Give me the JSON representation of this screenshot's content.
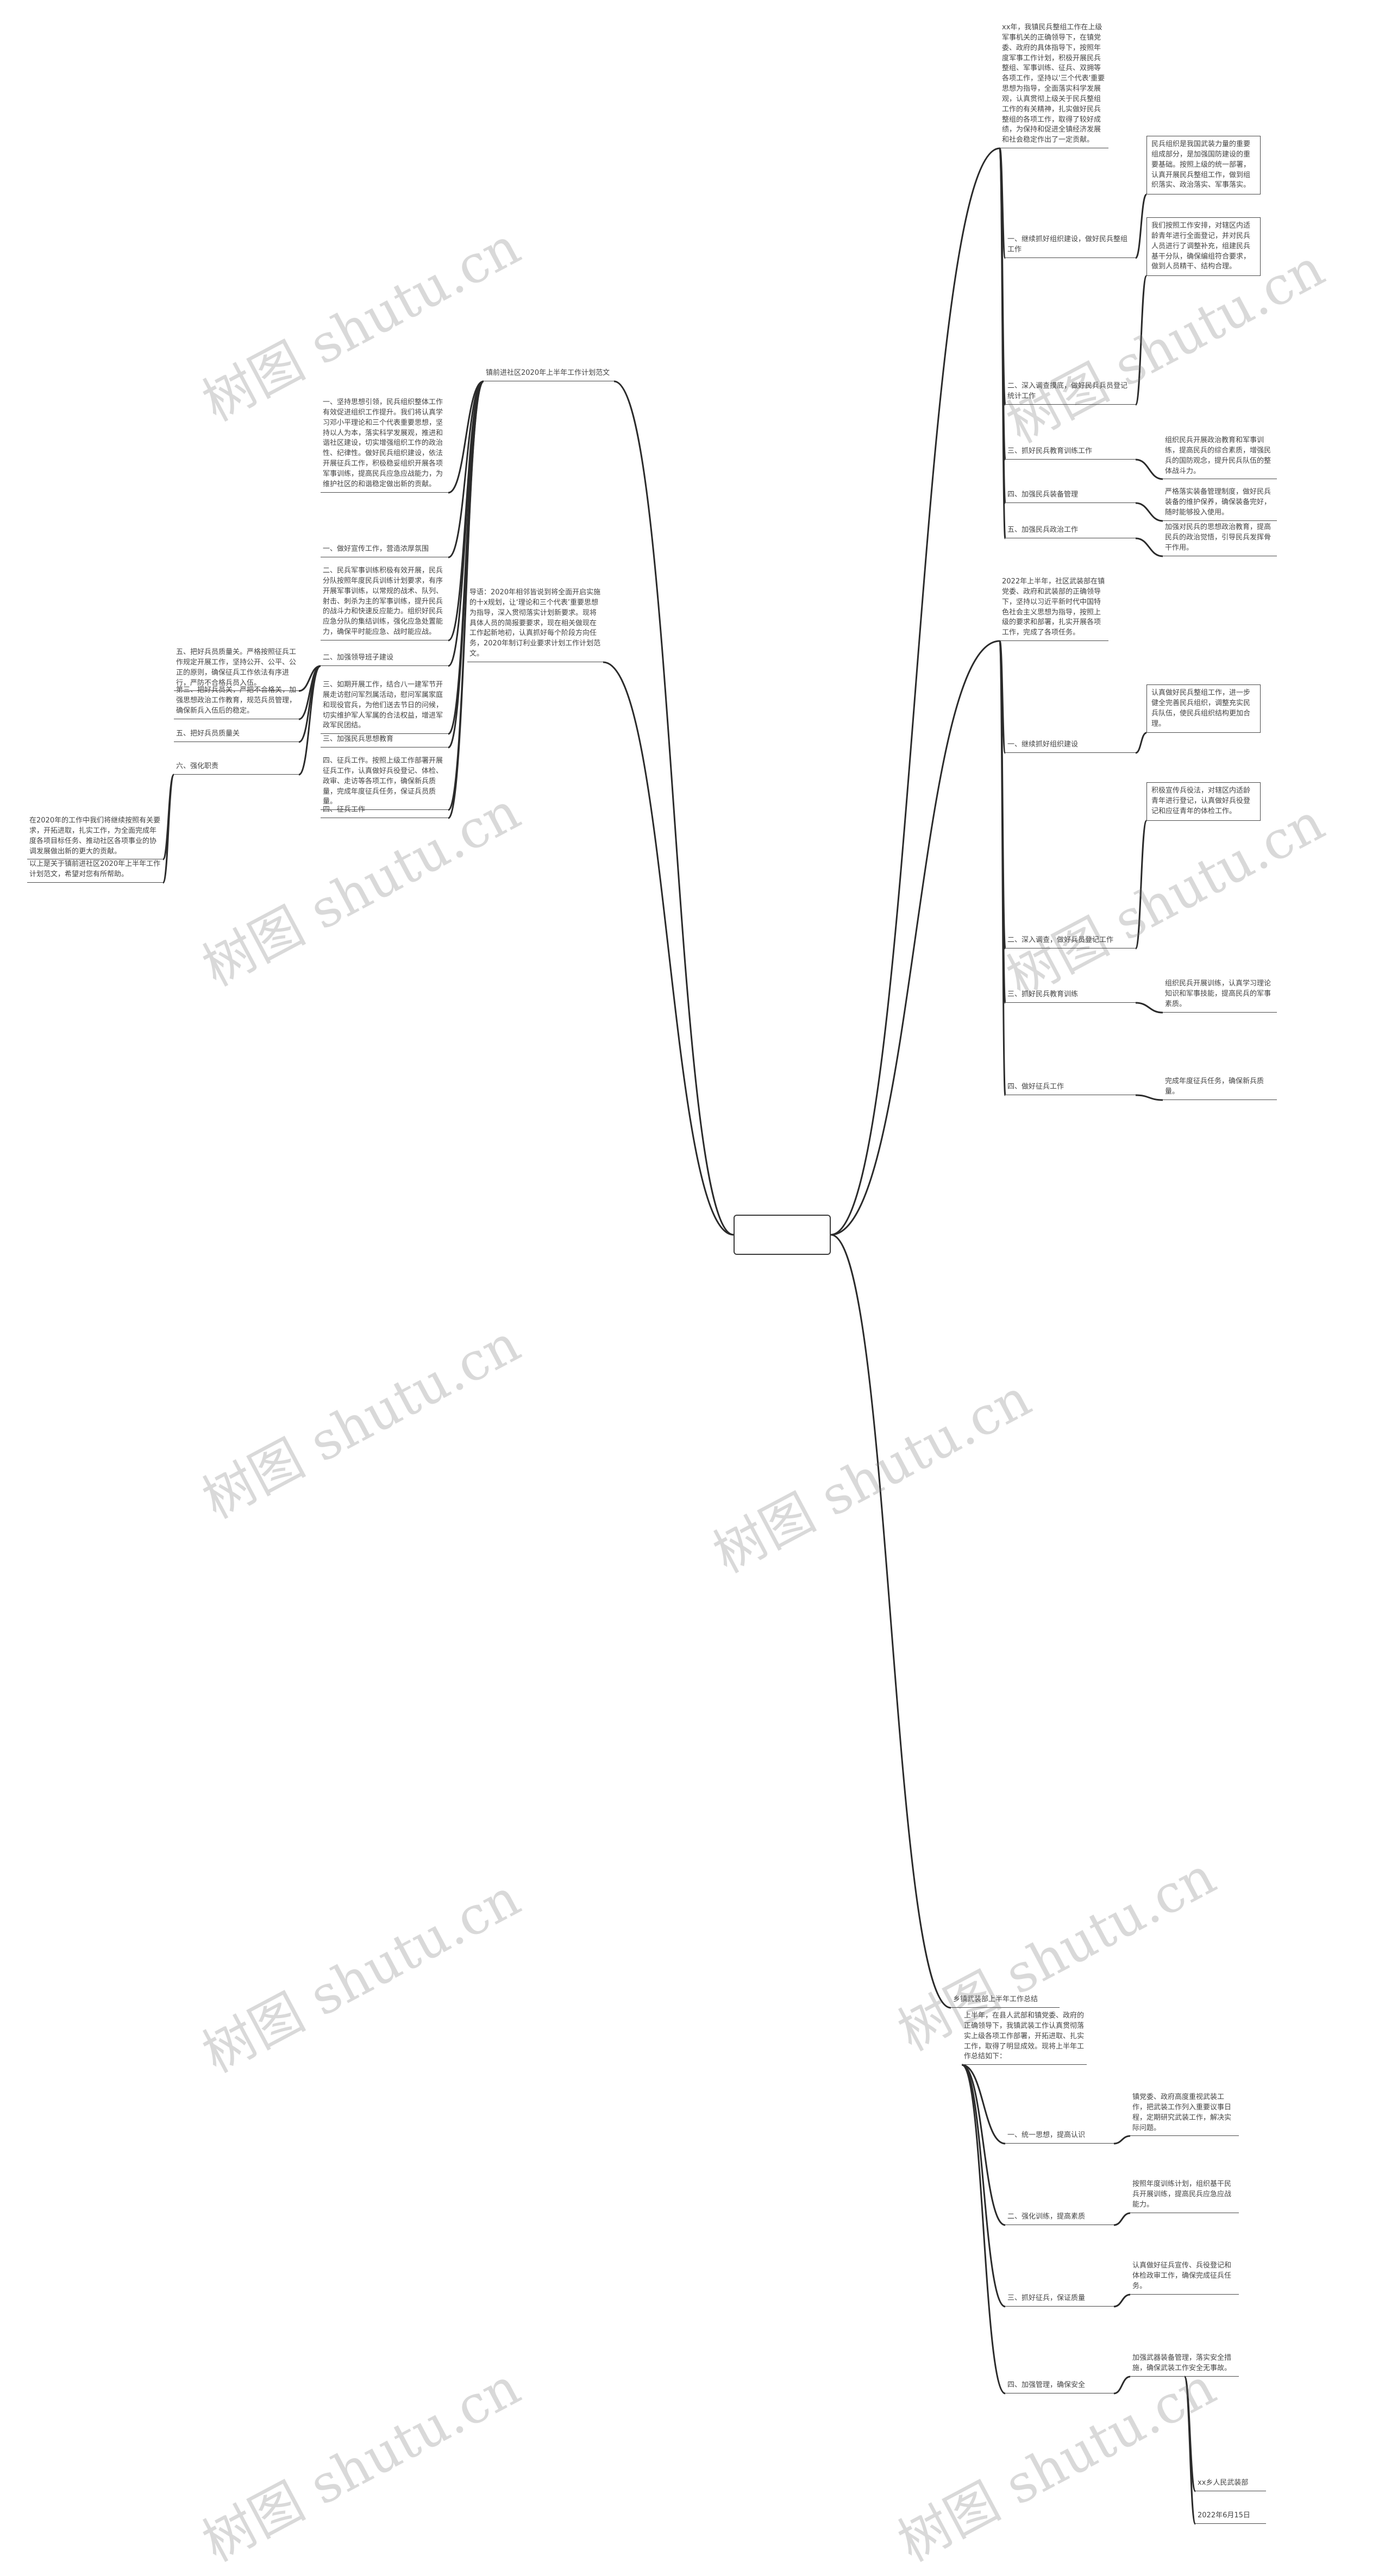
{
  "watermark": "树图 shutu.cn",
  "center": {
    "title": ""
  },
  "left": {
    "title": "镇前进社区2020年上半年工作计划范文",
    "intro": "导语：2020年相邻皆说到将全面开启实施的十x规划，让‘理论和三个代表’重要思想为指导，深入贯彻落实计划新要求。现将具体人员的简报要要求，现在相关做现在工作起新地初，认真抓好每个阶段方向任务，2020年制订利业要求计划工作计划范文。",
    "b1": {
      "label": "一、做好宣传工作，营造浓厚氛围",
      "text": "一、坚持思想引领，民兵组织整体工作有效促进组织工作提升。我们将认真学习邓小平理论和三个代表重要思想，坚持以人为本，落实科学发展观，推进和谐社区建设，切实增强组织工作的政治性、纪律性。做好民兵组织建设，依法开展征兵工作，积极稳妥组织开展各项军事训练，提高民兵应急应战能力，为维护社区的和谐稳定做出新的贡献。"
    },
    "b2": {
      "label": "二、加强领导班子建设",
      "text": "二、民兵军事训练积极有效开展，民兵分队按照年度民兵训练计划要求，有序开展军事训练，以常规的战术、队列、射击、刺杀为主的军事训练，提升民兵的战斗力和快速反应能力。组织好民兵应急分队的集结训练，强化应急处置能力，确保平时能应急、战时能应战。"
    },
    "b3": {
      "label": "三、加强民兵思想教育",
      "text": "三、如期开展工作，结合八一建军节开展走访慰问军烈属活动，慰问军属家庭和现役官兵，为他们送去节日的问候，切实维护军人军属的合法权益，增进军政军民团结。"
    },
    "b4": {
      "label": "四、征兵工作",
      "text": "四、征兵工作。按照上级工作部署开展征兵工作，认真做好兵役登记、体检、政审、走访等各项工作，确保新兵质量，完成年度征兵任务，保证兵员质量。"
    },
    "b5": {
      "label": "五、把好兵员质量关",
      "text": "五、把好兵员质量关。严格按照征兵工作规定开展工作，坚持公开、公平、公正的原则，确保征兵工作依法有序进行，严防不合格兵员入伍。"
    },
    "b6": {
      "label": "六、强化职责",
      "text": "第三、把好兵员关，严把不合格关，加强思想政治工作教育，规范兵员管理，确保新兵入伍后的稳定。"
    },
    "conclusion": "在2020年的工作中我们将继续按照有关要求，开拓进取，扎实工作，为全面完成年度各项目标任务、推动社区各项事业的协调发展做出新的更大的贡献。",
    "footer_note": "以上是关于镇前进社区2020年上半年工作计划范文，希望对您有所帮助。"
  },
  "right": {
    "top_intro": "xx年，我镇民兵整组工作在上级军事机关的正确领导下，在镇党委、政府的具体指导下，按照年度军事工作计划，积极开展民兵整组、军事训练、征兵、双拥等各项工作，坚持以'三个代表'重要思想为指导，全面落实科学发展观，认真贯彻上级关于民兵整组工作的有关精神，扎实做好民兵整组的各项工作，取得了较好成绩，为保持和促进全镇经济发展和社会稳定作出了一定贡献。",
    "sections": [
      {
        "label": "一、继续抓好组织建设，做好民兵整组工作",
        "text": "民兵组织是我国武装力量的重要组成部分，是加强国防建设的重要基础。按照上级的统一部署，认真开展民兵整组工作，做到组织落实、政治落实、军事落实。"
      },
      {
        "label": "二、深入调查摸底，做好民兵兵员登记统计工作",
        "text": "我们按照工作安排，对辖区内适龄青年进行全面登记，并对民兵人员进行了调整补充，组建民兵基干分队，确保编组符合要求，做到人员精干、结构合理。"
      },
      {
        "label": "三、抓好民兵教育训练工作",
        "text": "组织民兵开展政治教育和军事训练，提高民兵的综合素质，增强民兵的国防观念，提升民兵队伍的整体战斗力。"
      },
      {
        "label": "四、加强民兵装备管理",
        "text": "严格落实装备管理制度，做好民兵装备的维护保养，确保装备完好，随时能够投入使用。"
      },
      {
        "label": "五、加强民兵政治工作",
        "text": "加强对民兵的思想政治教育，提高民兵的政治觉悟，引导民兵发挥骨干作用。"
      }
    ],
    "second_intro": "2022年上半年，社区武装部在镇党委、政府和武装部的正确领导下，坚持以习近平新时代中国特色社会主义思想为指导，按照上级的要求和部署，扎实开展各项工作，完成了各项任务。",
    "second_sections": [
      {
        "label": "一、继续抓好组织建设",
        "text": "认真做好民兵整组工作，进一步健全完善民兵组织，调整充实民兵队伍，使民兵组织结构更加合理。"
      },
      {
        "label": "二、深入调查，做好兵员登记工作",
        "text": "积极宣传兵役法，对辖区内适龄青年进行登记，认真做好兵役登记和应征青年的体检工作。"
      },
      {
        "label": "三、抓好民兵教育训练",
        "text": "组织民兵开展训练，认真学习理论知识和军事技能，提高民兵的军事素质。"
      },
      {
        "label": "四、做好征兵工作",
        "text": "完成年度征兵任务，确保新兵质量。"
      }
    ],
    "third_title": "乡镇武装部上半年工作总结",
    "third_intro": "上半年，在县人武部和镇党委、政府的正确领导下，我镇武装工作认真贯彻落实上级各项工作部署，开拓进取、扎实工作，取得了明显成效。现将上半年工作总结如下：",
    "third_sections": [
      {
        "label": "一、统一思想，提高认识",
        "text": "镇党委、政府高度重视武装工作，把武装工作列入重要议事日程，定期研究武装工作，解决实际问题。"
      },
      {
        "label": "二、强化训练，提高素质",
        "text": "按照年度训练计划，组织基干民兵开展训练，提高民兵应急应战能力。"
      },
      {
        "label": "三、抓好征兵，保证质量",
        "text": "认真做好征兵宣传、兵役登记和体检政审工作，确保完成征兵任务。"
      },
      {
        "label": "四、加强管理，确保安全",
        "text": "加强武器装备管理，落实安全措施，确保武装工作安全无事故。"
      }
    ],
    "signature": "xx乡人民武装部",
    "date": "2022年6月15日"
  }
}
